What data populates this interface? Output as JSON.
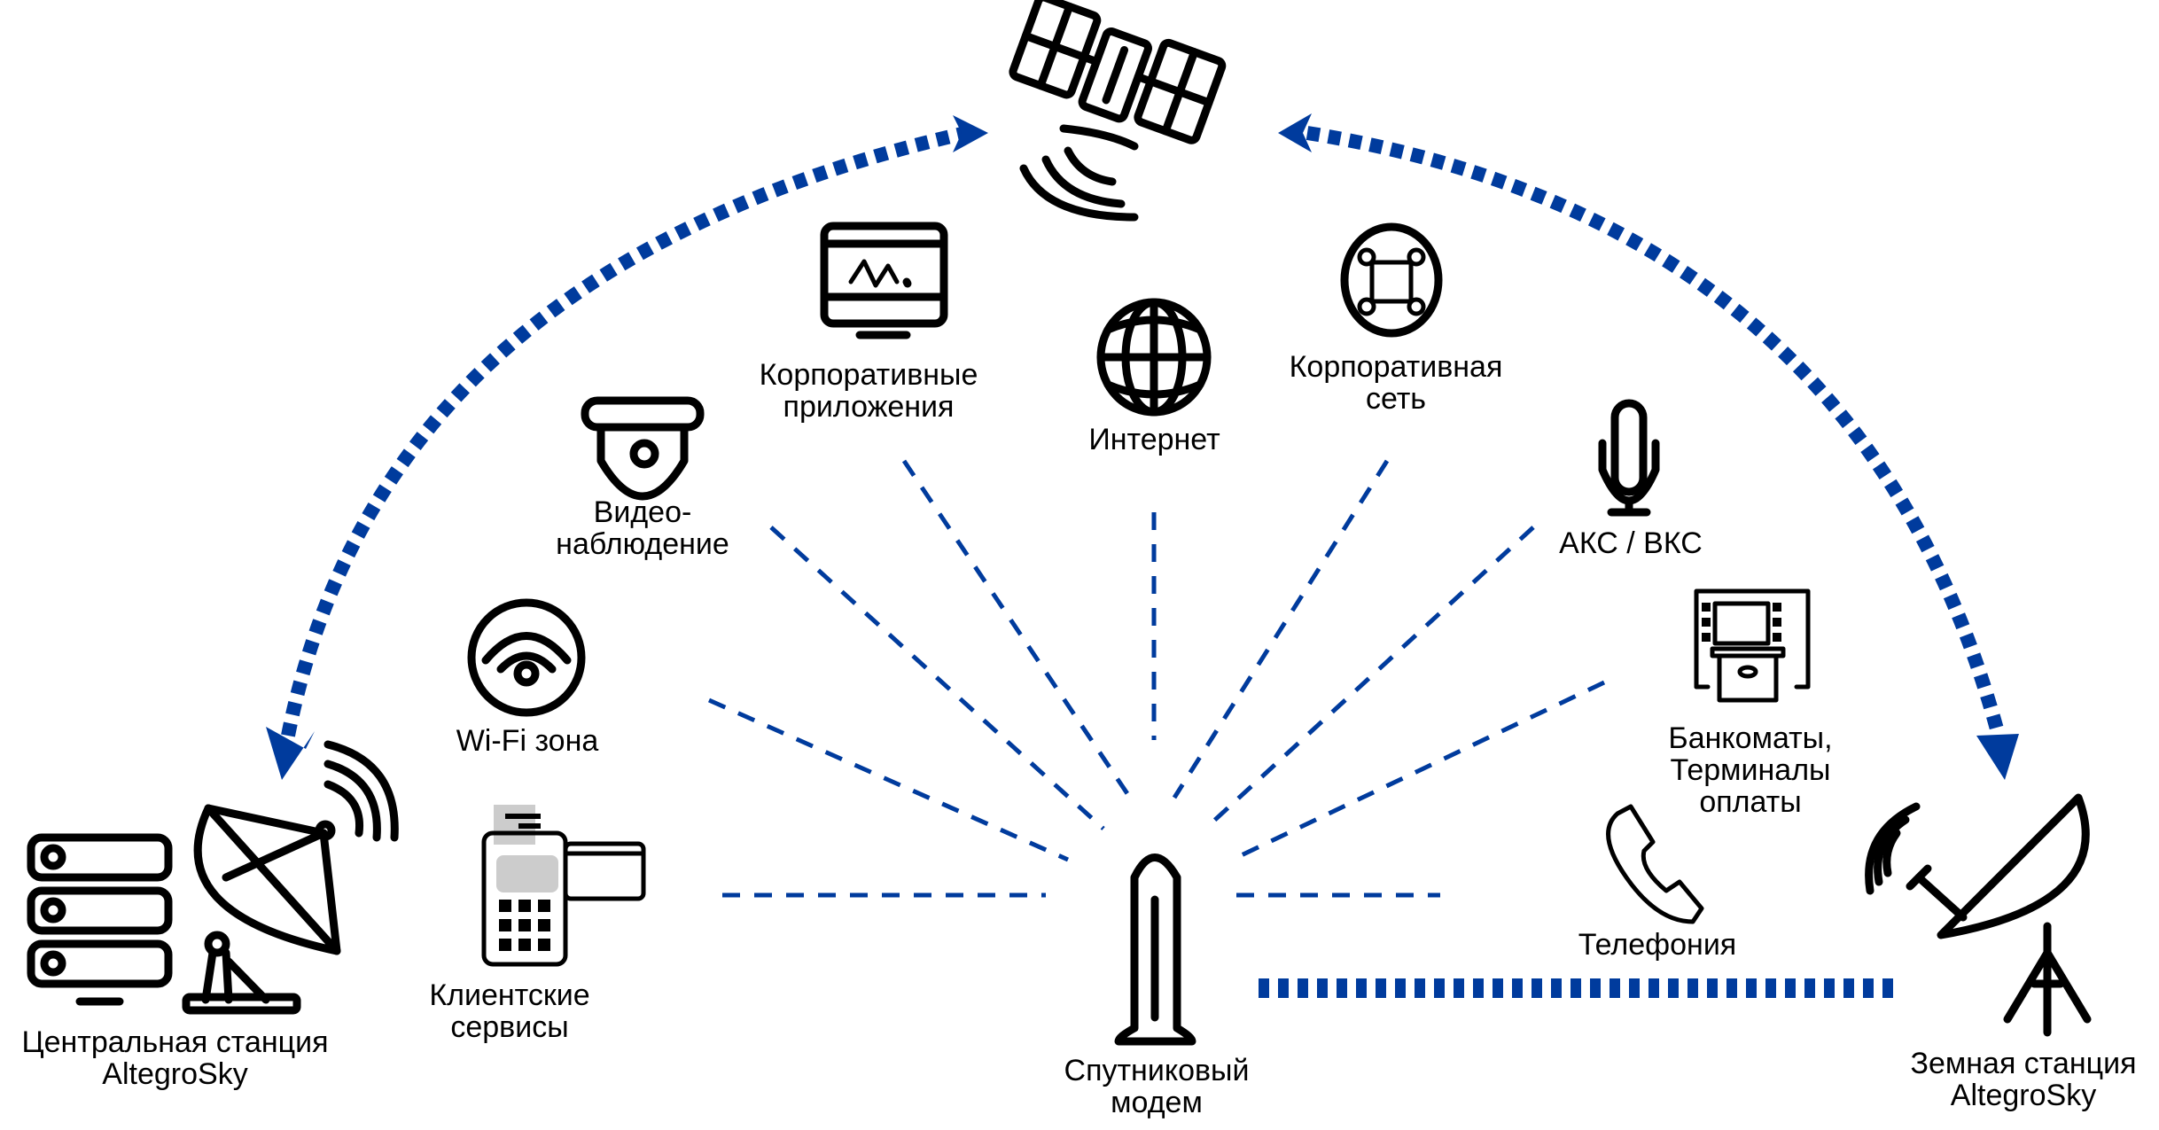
{
  "diagram": {
    "accent_color": "#003b9d",
    "nodes": {
      "satellite": {
        "icon": "satellite-icon"
      },
      "central_station": {
        "icon": "server-dish-icon",
        "label_lines": [
          "Центральная станция",
          "AltegroSky"
        ]
      },
      "earth_station": {
        "icon": "dish-tripod-icon",
        "label_lines": [
          "Земная станция",
          "AltegroSky"
        ]
      },
      "modem": {
        "icon": "modem-icon",
        "label_lines": [
          "Спутниковый",
          "модем"
        ]
      },
      "client_services": {
        "icon": "pos-terminal-icon",
        "label_lines": [
          "Клиентские",
          "сервисы"
        ]
      },
      "wifi": {
        "icon": "wifi-icon",
        "label_lines": [
          "Wi-Fi зона"
        ]
      },
      "video": {
        "icon": "camera-icon",
        "label_lines": [
          "Видео-",
          "наблюдение"
        ]
      },
      "corp_apps": {
        "icon": "monitor-icon",
        "label_lines": [
          "Корпоративные",
          "приложения"
        ]
      },
      "internet": {
        "icon": "globe-icon",
        "label_lines": [
          "Интернет"
        ]
      },
      "corp_net": {
        "icon": "network-icon",
        "label_lines": [
          "Корпоративная",
          "сеть"
        ]
      },
      "aks": {
        "icon": "microphone-icon",
        "label_lines": [
          "АКС / ВКС"
        ]
      },
      "atm": {
        "icon": "atm-icon",
        "label_lines": [
          "Банкоматы,",
          "Терминалы",
          "оплаты"
        ]
      },
      "telephony": {
        "icon": "phone-icon",
        "label_lines": [
          "Телефония"
        ]
      }
    },
    "connections": [
      {
        "from": "central_station",
        "to": "satellite",
        "style": "bold-dotted",
        "bidirectional": true
      },
      {
        "from": "earth_station",
        "to": "satellite",
        "style": "bold-dotted",
        "bidirectional": true
      },
      {
        "from": "modem",
        "to": "earth_station",
        "style": "bold-dotted"
      },
      {
        "from": "modem",
        "to": "client_services",
        "style": "dashed"
      },
      {
        "from": "modem",
        "to": "wifi",
        "style": "dashed"
      },
      {
        "from": "modem",
        "to": "video",
        "style": "dashed"
      },
      {
        "from": "modem",
        "to": "corp_apps",
        "style": "dashed"
      },
      {
        "from": "modem",
        "to": "internet",
        "style": "dashed"
      },
      {
        "from": "modem",
        "to": "corp_net",
        "style": "dashed"
      },
      {
        "from": "modem",
        "to": "aks",
        "style": "dashed"
      },
      {
        "from": "modem",
        "to": "atm",
        "style": "dashed"
      },
      {
        "from": "modem",
        "to": "telephony",
        "style": "dashed"
      }
    ]
  }
}
